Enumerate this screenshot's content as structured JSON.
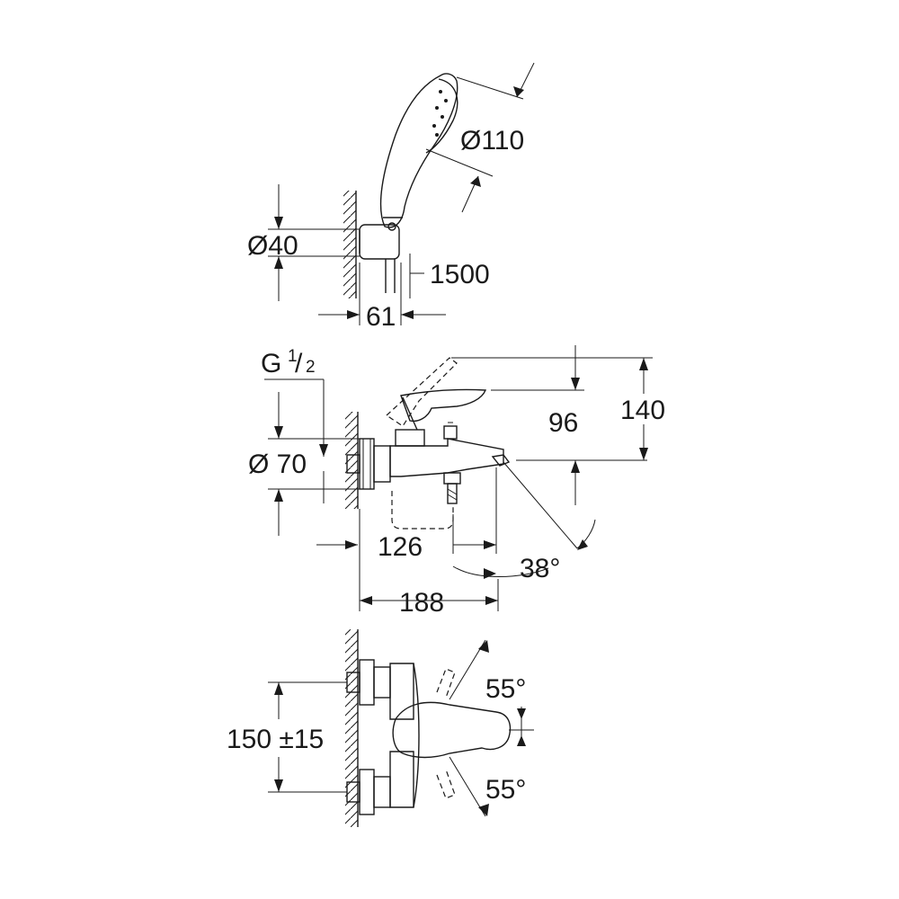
{
  "dimensions": {
    "shower_head_diameter": "Ø110",
    "holder_diameter": "Ø40",
    "hose_length": "1500",
    "holder_projection": "61",
    "thread_main": "G",
    "thread_num": "1",
    "thread_den": "2",
    "body_diameter": "Ø 70",
    "spout_height": "96",
    "total_height": "140",
    "spout_offset": "126",
    "spout_angle": "38°",
    "total_depth": "188",
    "lever_angle_top": "55°",
    "lever_angle_bottom": "55°",
    "centers": "150 ±15"
  }
}
